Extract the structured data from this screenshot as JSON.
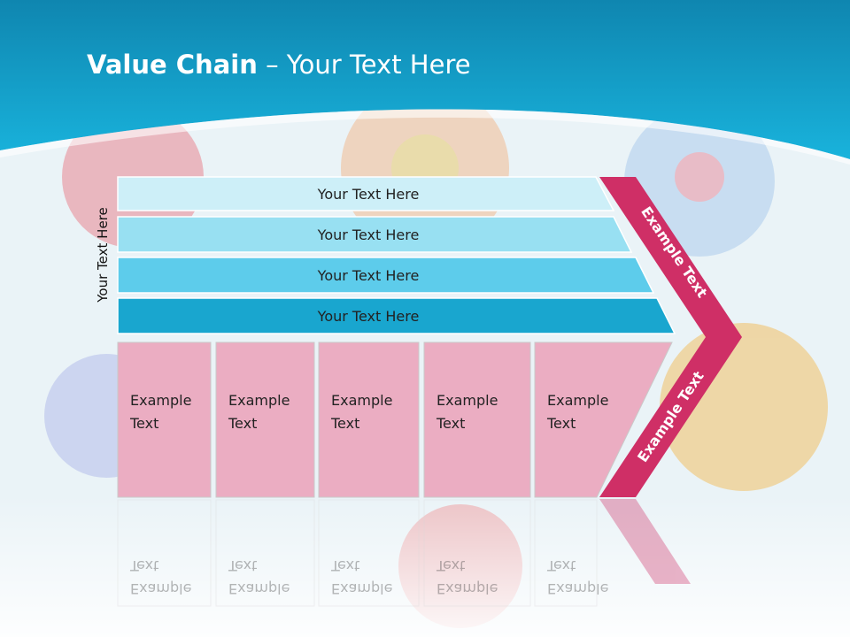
{
  "title": {
    "bold": "Value Chain",
    "rest": " – Your Text Here"
  },
  "side_label": "Your Text Here",
  "bands": [
    {
      "label": "Your Text Here",
      "color": "#cdeff8"
    },
    {
      "label": "Your Text Here",
      "color": "#98e0f2"
    },
    {
      "label": "Your Text Here",
      "color": "#5dcceb"
    },
    {
      "label": "Your Text Here",
      "color": "#19a6cf"
    }
  ],
  "boxes": [
    {
      "line1": "Example",
      "line2": "Text"
    },
    {
      "line1": "Example",
      "line2": "Text"
    },
    {
      "line1": "Example",
      "line2": "Text"
    },
    {
      "line1": "Example",
      "line2": "Text"
    },
    {
      "line1": "Example",
      "line2": "Text"
    }
  ],
  "arrow": {
    "upper": "Example Text",
    "lower": "Example Text",
    "color": "#cf2f66"
  },
  "colors": {
    "header": "#139fca",
    "box": "#ebadc2",
    "box_border": "#c9c9c9"
  }
}
